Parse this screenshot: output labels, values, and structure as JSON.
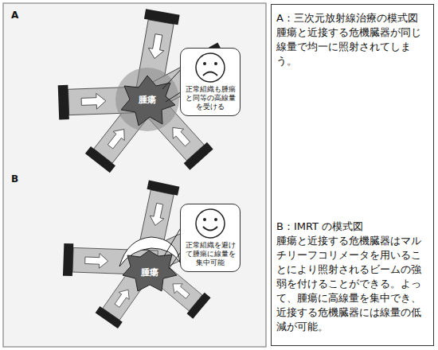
{
  "diagram": {
    "nodes": [
      {
        "text": [
          "腫瘍"
        ]
      },
      {
        "text": [
          "正常組織も腫瘍と同等の高線量を受ける"
        ]
      },
      {
        "text": [
          "腫瘍"
        ]
      },
      {
        "text": [
          "正常組織を避けて腫瘍に線量を集中可能"
        ]
      },
      {
        "text": [
          "A：三次元放射線治療の模式図",
          "腫瘍と近接する危機臓器が同じ線量で均一に照射されてしまう。",
          "B：IMRT の模式図",
          "腫瘍と近接する危機臓器はマルチリーフコリメータを用いることにより照射されるビームの強弱を付けることができる。よって、腫瘍に高線量を集中でき、近接する危機臓器には線量の低減が可能。"
        ]
      }
    ],
    "labels": [
      "A",
      "B"
    ]
  }
}
